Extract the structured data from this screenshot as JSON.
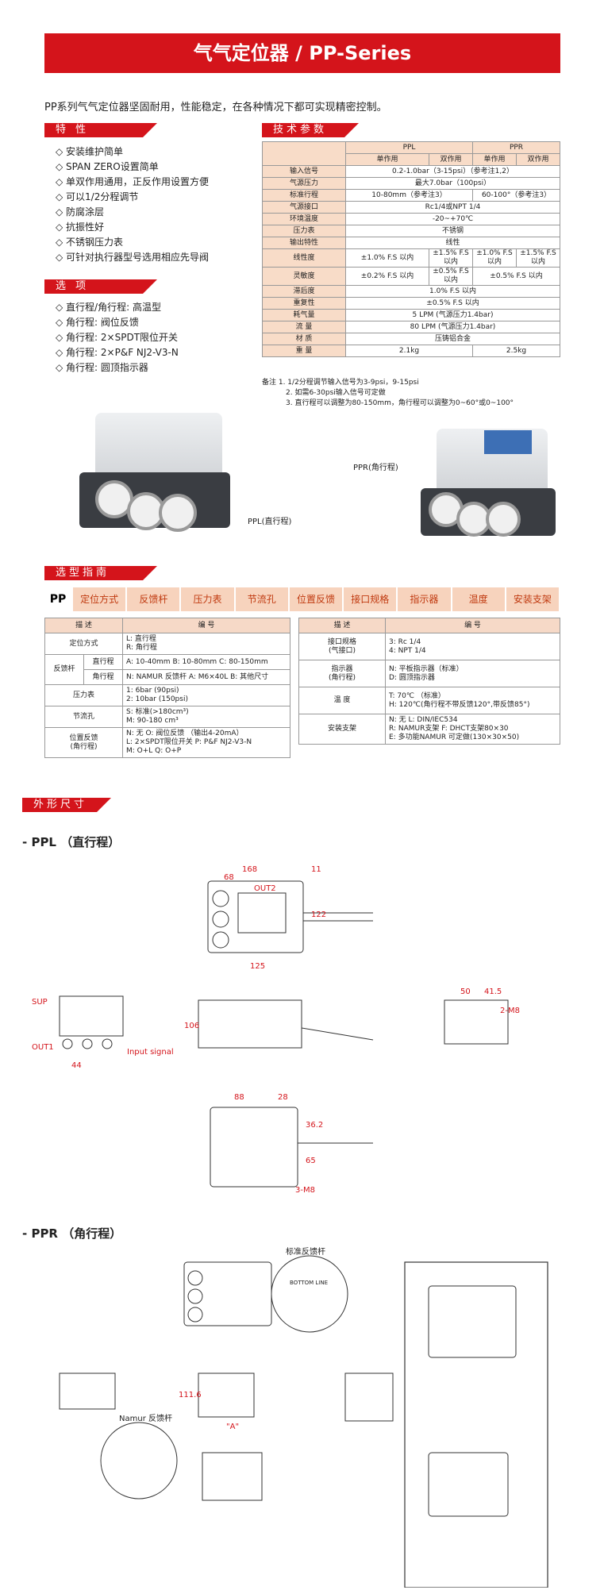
{
  "banner": {
    "title": "气气定位器 / PP-Series"
  },
  "intro": "PP系列气气定位器坚固耐用，性能稳定，在各种情况下都可实现精密控制。",
  "features": {
    "label": "特 性",
    "items": [
      "安装维护简单",
      "SPAN ZERO设置简单",
      "单双作用通用，正反作用设置方便",
      "可以1/2分程调节",
      "防腐涂层",
      "抗振性好",
      "不锈钢压力表",
      "可针对执行器型号选用相应先导阀"
    ]
  },
  "options": {
    "label": "选 项",
    "items": [
      "直行程/角行程: 高温型",
      "角行程: 阀位反馈",
      "角行程: 2×SPDT限位开关",
      "角行程: 2×P&F NJ2-V3-N",
      "角行程: 圆顶指示器"
    ]
  },
  "spec": {
    "label": "技术参数",
    "head": [
      "PPL",
      "PPR"
    ],
    "sub": [
      "单作用",
      "双作用",
      "单作用",
      "双作用"
    ],
    "rows": [
      [
        "输入信号",
        "0.2-1.0bar（3-15psi）（参考注1,2）"
      ],
      [
        "气源压力",
        "最大7.0bar（100psi）"
      ],
      [
        "标准行程",
        "10-80mm（参考注3）",
        "60-100°（参考注3）"
      ],
      [
        "气源接口",
        "Rc1/4或NPT 1/4"
      ],
      [
        "环境温度",
        "-20~+70℃"
      ],
      [
        "压力表",
        "不锈钢"
      ],
      [
        "输出特性",
        "线性"
      ]
    ],
    "linear": {
      "label": "线性度",
      "v": [
        "±1.0% F.S 以内",
        "±1.5% F.S 以内",
        "±1.0% F.S 以内",
        "±1.5% F.S 以内"
      ]
    },
    "sens": {
      "label": "灵敏度",
      "v": [
        "±0.2% F.S 以内",
        "±0.5% F.S 以内",
        "±0.5% F.S 以内"
      ]
    },
    "rows2": [
      [
        "滞后度",
        "1.0% F.S 以内"
      ],
      [
        "重复性",
        "±0.5% F.S 以内"
      ],
      [
        "耗气量",
        "5 LPM (气源压力1.4bar)"
      ],
      [
        "流 量",
        "80 LPM (气源压力1.4bar)"
      ],
      [
        "材 质",
        "压铸铝合金"
      ]
    ],
    "weight": {
      "label": "重 量",
      "v": [
        "2.1kg",
        "2.5kg"
      ]
    },
    "notes": [
      "备注  1. 1/2分程调节输入信号为3-9psi，9-15psi",
      "2. 如需6-30psi输入信号可定做",
      "3. 直行程可以调整为80-150mm，角行程可以调整为0~60°或0~100°"
    ]
  },
  "photos": {
    "ppl": "PPL(直行程)",
    "ppr": "PPR(角行程)"
  },
  "selection": {
    "label": "选型指南",
    "pp": "PP",
    "bar": [
      "定位方式",
      "反馈杆",
      "压力表",
      "节流孔",
      "位置反馈",
      "接口规格",
      "指示器",
      "温度",
      "安装支架"
    ],
    "hdr": [
      "描 述",
      "编 号"
    ],
    "left": [
      [
        "定位方式",
        "L: 直行程\nR: 角行程"
      ],
      [
        "直行程",
        "A: 10-40mm  B: 10-80mm  C: 80-150mm"
      ],
      [
        "角行程",
        "N: NAMUR 反馈杆  A: M6×40L  B: 其他尺寸"
      ],
      [
        "压力表",
        "1: 6bar (90psi)\n2: 10bar (150psi)"
      ],
      [
        "节流孔",
        "S: 标准(>180cm³)\nM: 90-180 cm³"
      ],
      [
        "位置反馈\n(角行程)",
        "N: 无  O: 阀位反馈 （输出4-20mA）\nL: 2×SPDT限位开关  P: P&F NJ2-V3-N\nM: O+L  Q: O+P"
      ]
    ],
    "fb": "反馈杆",
    "right": [
      [
        "接口规格\n(气接口)",
        "3: Rc 1/4\n4: NPT 1/4"
      ],
      [
        "指示器\n(角行程)",
        "N: 平板指示器（标准）\nD: 圆顶指示器"
      ],
      [
        "温    度",
        "T: 70℃ （标准）\nH: 120℃(角行程不带反馈120°,带反馈85°)"
      ],
      [
        "安装支架",
        "N: 无  L: DIN/IEC534\nR: NAMUR支架  F: DHCT支架80×30\nE: 多功能NAMUR  可定做(130×30×50)"
      ]
    ]
  },
  "dims": {
    "label": "外形尺寸",
    "ppl": "- PPL （直行程）",
    "ppr": "- PPR （角行程）",
    "d168": "168",
    "d68": "68",
    "d11": "11",
    "out2": "OUT2",
    "d122": "122",
    "d125": "125",
    "sup": "SUP",
    "out1": "OUT1",
    "d44": "44",
    "input": "Input signal",
    "d106": "106",
    "d50": "50",
    "d415": "41.5",
    "m8": "2-M8",
    "d88": "88",
    "d28": "28",
    "d362": "36.2",
    "d65": "65",
    "m83": "3-M8",
    "std": "标准反馈杆",
    "namur": "Namur 反馈杆",
    "bottom": "BOTTOM LINE",
    "d1116": "111.6",
    "a": "\"A\""
  }
}
